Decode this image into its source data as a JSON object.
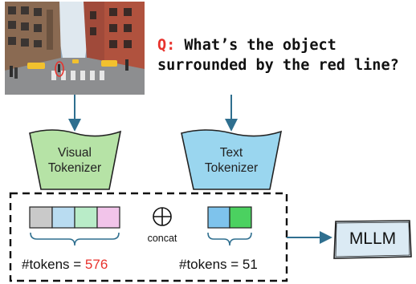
{
  "question": {
    "prefix": "Q:",
    "line1": " What’s the object",
    "line2": "surrounded by the red line?"
  },
  "visual_tokenizer": {
    "line1": "Visual",
    "line2": "Tokenizer"
  },
  "text_tokenizer": {
    "line1": "Text",
    "line2": "Tokenizer"
  },
  "concat_label": "concat",
  "visual_tokens": {
    "prefix": "#tokens = ",
    "value": "576"
  },
  "text_tokens": {
    "label": "#tokens = 51"
  },
  "mllm_label": "MLLM",
  "colors": {
    "visual_tokenizer_fill": "#b6e3a6",
    "text_tokenizer_fill": "#9ad6ef",
    "arrow": "#2f6f8f",
    "highlight_red": "#e8322c",
    "mllm_fill": "#dbeaf4",
    "visual_token_colors": [
      "#c9c9c9",
      "#b9dcf1",
      "#b9ecc8",
      "#f2c4ea"
    ],
    "text_token_colors": [
      "#7ec3ec",
      "#4bd160"
    ]
  }
}
